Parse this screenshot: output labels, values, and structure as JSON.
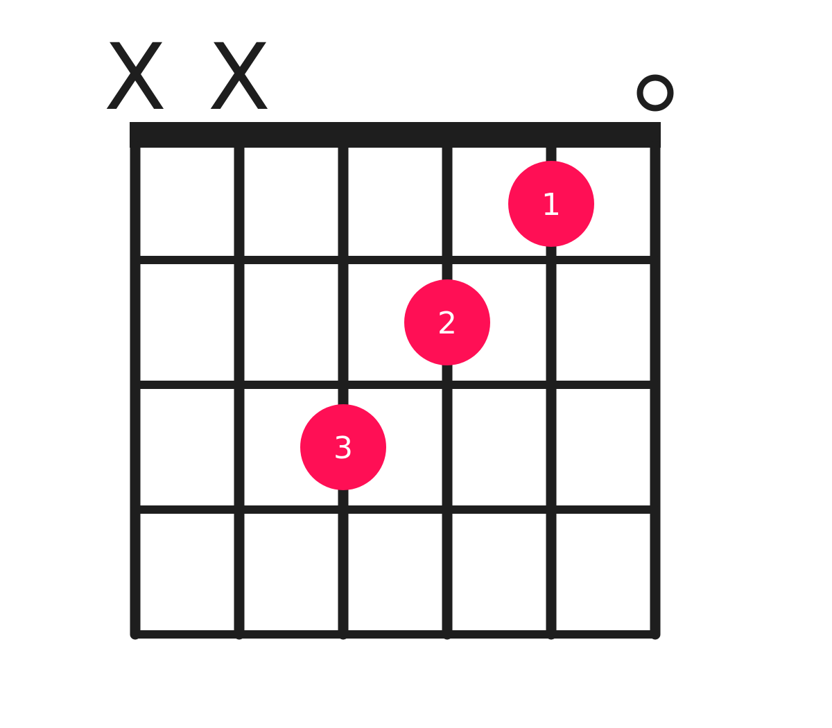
{
  "diagram": {
    "colors": {
      "ink": "#1e1e1e",
      "dot": "#ff0f55",
      "dot_text": "#ffffff",
      "background": "#ffffff"
    },
    "string_count": 6,
    "fret_count": 4,
    "open_markers": [
      {
        "string": 1,
        "type": "mute",
        "symbol": "X"
      },
      {
        "string": 2,
        "type": "mute",
        "symbol": "X"
      },
      {
        "string": 6,
        "type": "open",
        "symbol": "open-circle-icon"
      }
    ],
    "fingers": [
      {
        "string": 5,
        "fret": 1,
        "label": "1"
      },
      {
        "string": 4,
        "fret": 2,
        "label": "2"
      },
      {
        "string": 3,
        "fret": 3,
        "label": "3"
      }
    ]
  }
}
